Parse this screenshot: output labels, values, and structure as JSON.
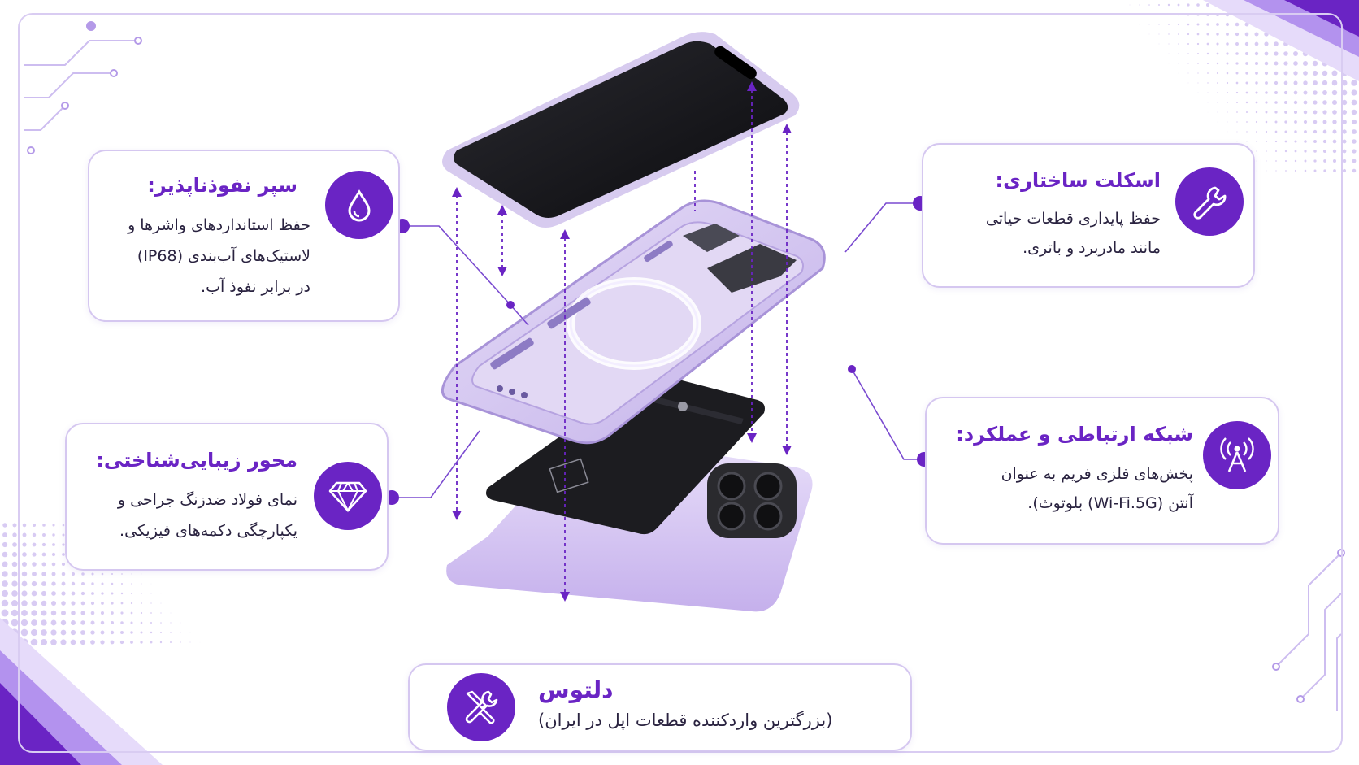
{
  "colors": {
    "accent": "#6a24c4",
    "accent_light": "#d5c7f0",
    "device_frame": "#c9b8ea",
    "screen": "#111114",
    "battery": "#1c1c20",
    "text": "#2a2340"
  },
  "cards": {
    "waterproof": {
      "icon": "water-drop-icon",
      "title": "سپر نفوذناپذیر:",
      "lines": [
        "حفظ استانداردهای واشرها و",
        "لاستیک‌های آب‌بندی (IP68)",
        "در برابر نفوذ آب."
      ]
    },
    "aesthetic": {
      "icon": "diamond-icon",
      "title": "محور زیبایی‌شناختی:",
      "lines": [
        "نمای فولاد ضدزنگ جراحی و",
        "یکپارچگی دکمه‌های فیزیکی."
      ]
    },
    "skeleton": {
      "icon": "wrench-icon",
      "title": "اسکلت ساختاری:",
      "lines": [
        "حفظ پایداری قطعات حیاتی",
        "مانند مادربرد و باتری."
      ]
    },
    "network": {
      "icon": "antenna-icon",
      "title": "شبکه ارتباطی و عملکرد:",
      "lines": [
        "پخش‌های فلزی فریم به عنوان",
        "آنتن (Wi-Fi.5G) بلوتوث)."
      ]
    }
  },
  "brand": {
    "icon": "tools-icon",
    "name": "دلتوس",
    "tagline": "(بزرگترین واردکننده قطعات اپل در ایران)"
  }
}
